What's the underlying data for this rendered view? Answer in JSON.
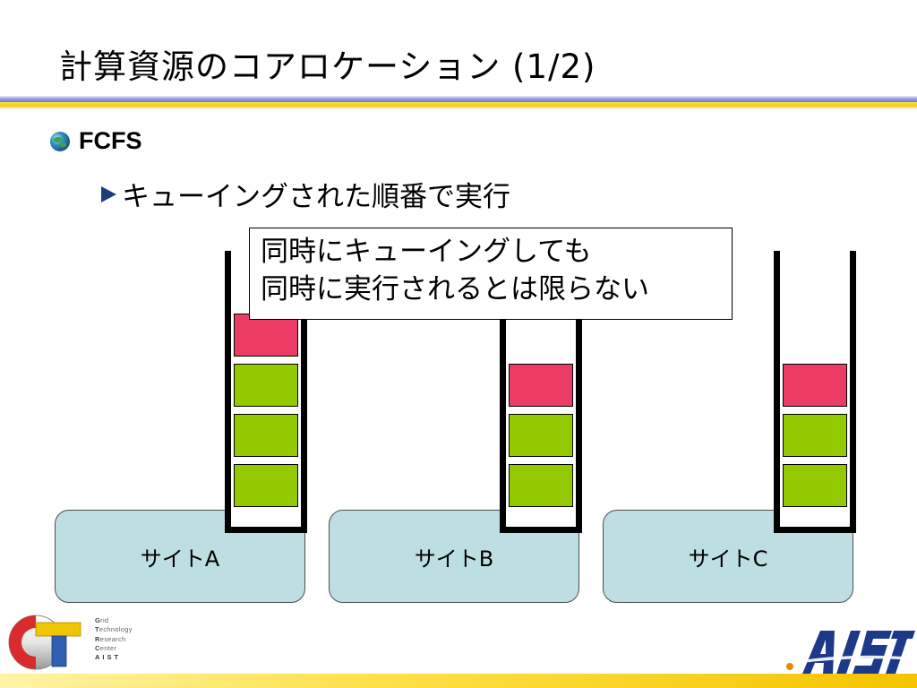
{
  "slide": {
    "title": "計算資源のコアロケーション (1/2)",
    "bullet1": {
      "icon": "globe-icon",
      "text": "FCFS"
    },
    "bullet2": {
      "icon": "triangle-bullet-icon",
      "text": "キューイングされた順番で実行"
    }
  },
  "callout": {
    "line1": "同時にキューイングしても",
    "line2": "同時に実行されるとは限らない"
  },
  "sites": [
    {
      "label": "サイトA",
      "queue": [
        "red",
        "green",
        "green",
        "green"
      ]
    },
    {
      "label": "サイトB",
      "queue": [
        "red",
        "green",
        "green"
      ]
    },
    {
      "label": "サイトC",
      "queue": [
        "red",
        "green",
        "green"
      ]
    }
  ],
  "footer": {
    "gtrc_lines": [
      {
        "cap": "G",
        "rest": "rid"
      },
      {
        "cap": "T",
        "rest": "echnology"
      },
      {
        "cap": "R",
        "rest": "esearch"
      },
      {
        "cap": "C",
        "rest": "enter"
      }
    ],
    "gtrc_org": "AIST",
    "aist_logo_text": "AIST"
  },
  "colors": {
    "site_fill": "#bddfe3",
    "job_red": "#ea3c64",
    "job_green": "#93c900",
    "rule_blue": "#6f78cf",
    "rule_yellow": "#f7c912",
    "aist_blue": "#1d3a8a"
  }
}
